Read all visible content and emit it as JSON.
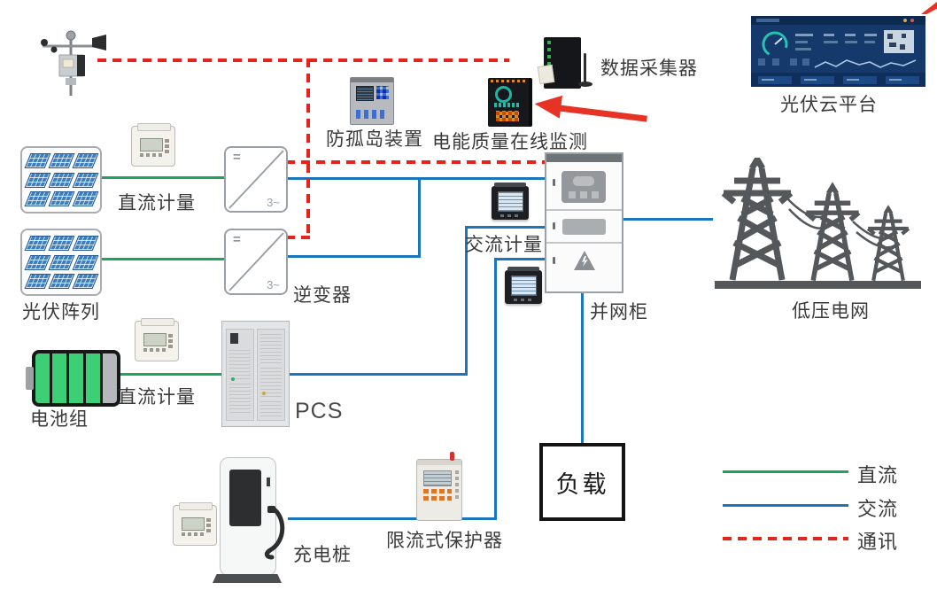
{
  "labels": {
    "pv_array": "光伏阵列",
    "dc_meter_top": "直流计量",
    "dc_meter_battery": "直流计量",
    "inverter": "逆变器",
    "anti_islanding": "防孤岛装置",
    "power_quality": "电能质量在线监测",
    "data_collector": "数据采集器",
    "cloud_platform": "光伏云平台",
    "ac_meter": "交流计量",
    "grid_cabinet": "并网柜",
    "lv_grid": "低压电网",
    "battery": "电池组",
    "pcs": "PCS",
    "charging_pile": "充电桩",
    "protector": "限流式保护器",
    "load": "负载"
  },
  "symbols": {
    "inverter_dc": "=",
    "inverter_ac": "3~"
  },
  "legend": [
    {
      "label": "直流",
      "color": "#1fa45b",
      "style": "solid"
    },
    {
      "label": "交流",
      "color": "#1b75bc",
      "style": "solid"
    },
    {
      "label": "通讯",
      "color": "#e8211a",
      "style": "dashed"
    }
  ],
  "colors": {
    "dc_line": "#1fa45b",
    "ac_line": "#1b75bc",
    "comm_line": "#e8211a",
    "tower": "#54585b"
  }
}
